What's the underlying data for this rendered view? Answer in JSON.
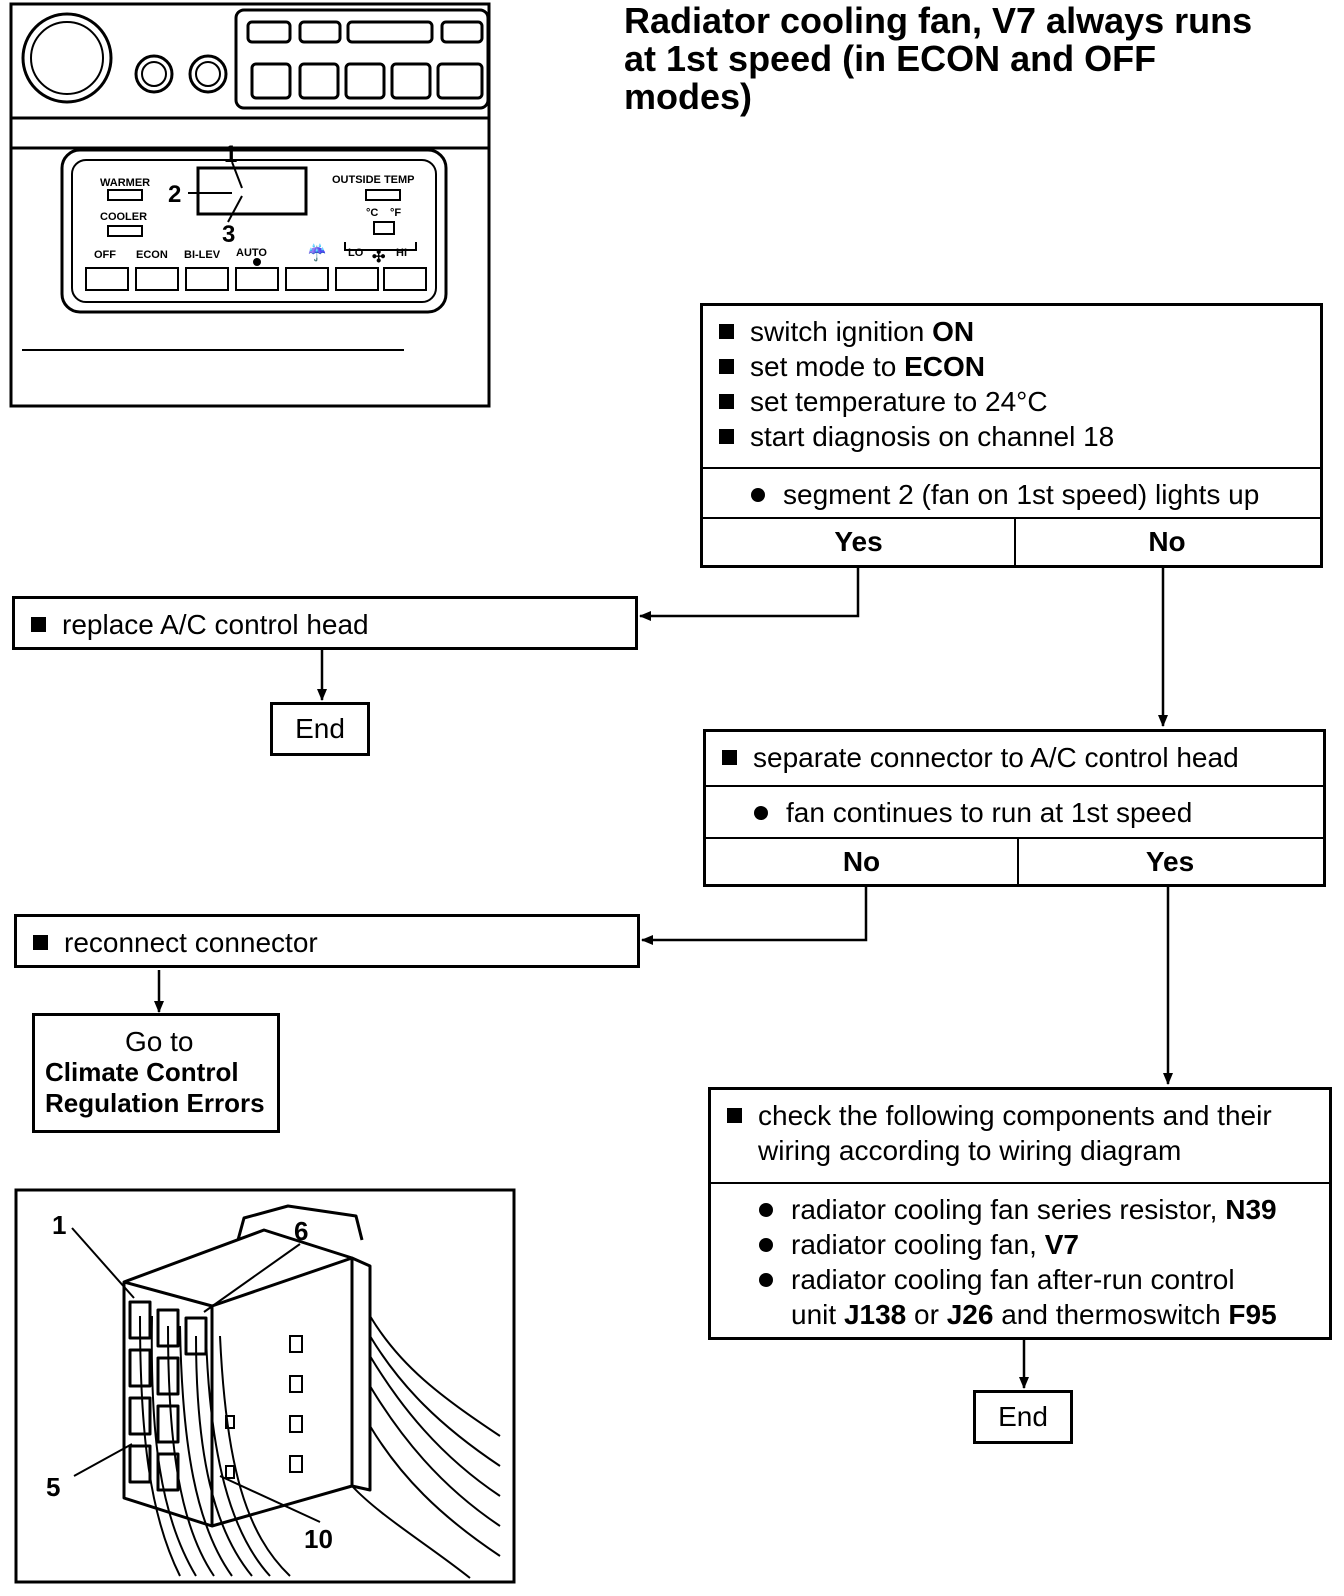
{
  "title": [
    "Radiator cooling fan, V7 always runs",
    "at 1st speed (in ECON and OFF",
    "modes)"
  ],
  "control_head_figure": {
    "labels": {
      "warmer": "WARMER",
      "cooler": "COOLER",
      "outside_temp": "OUTSIDE TEMP",
      "c": "°C",
      "f": "°F",
      "off": "OFF",
      "econ": "ECON",
      "bilev": "BI-LEV",
      "auto": "AUTO",
      "lo": "LO",
      "hi": "HI"
    },
    "callouts": {
      "c1": "1",
      "c2": "2",
      "c3": "3"
    }
  },
  "step1": {
    "bullets": [
      {
        "pre": "switch ignition ",
        "bold": "ON",
        "post": ""
      },
      {
        "pre": "set mode to ",
        "bold": "ECON",
        "post": ""
      },
      {
        "pre": "set temperature to 24°C",
        "bold": "",
        "post": ""
      },
      {
        "pre": "start diagnosis on channel 18",
        "bold": "",
        "post": ""
      }
    ],
    "condition": "segment 2 (fan on 1st speed) lights up",
    "yes": "Yes",
    "no": "No"
  },
  "replace": {
    "text": "replace A/C control head",
    "end": "End"
  },
  "step2": {
    "action": "separate connector to A/C control head",
    "condition": "fan continues to run at 1st speed",
    "no": "No",
    "yes": "Yes"
  },
  "reconnect": {
    "text": "reconnect connector",
    "goto_line1": "Go to",
    "goto_line2": "Climate Control",
    "goto_line3": "Regulation Errors"
  },
  "check": {
    "line1": "check the following components and their",
    "line2": "wiring according to wiring diagram",
    "items": [
      {
        "pre": "radiator cooling fan series resistor, ",
        "bold": "N39"
      },
      {
        "pre": "radiator cooling fan, ",
        "bold": "V7"
      }
    ],
    "item3_line1": "radiator cooling fan after-run control",
    "item3_line2": {
      "p1": "unit ",
      "b1": "J138",
      "p2": " or ",
      "b2": "J26",
      "p3": " and thermoswitch ",
      "b3": "F95"
    },
    "end": "End"
  },
  "connector_figure": {
    "callouts": {
      "c1": "1",
      "c5": "5",
      "c6": "6",
      "c10": "10"
    }
  }
}
